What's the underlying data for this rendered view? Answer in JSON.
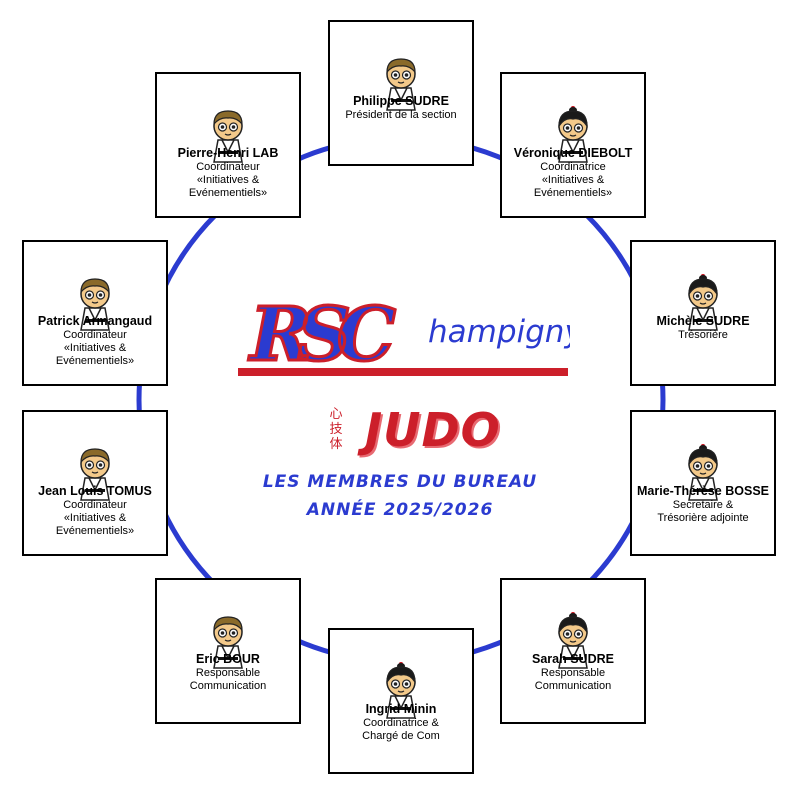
{
  "logo": {
    "initials": "RSC",
    "city": "hampigny"
  },
  "section": {
    "name": "JUDO",
    "kanji": "心技体"
  },
  "headline": "LES MEMBRES DU BUREAU",
  "season": "ANNÉE 2025/2026",
  "colors": {
    "ring": "#2b3bd0",
    "brand_red": "#cc1f2a",
    "brand_blue": "#2b3bd0"
  },
  "members": [
    {
      "name": "Philippe SUDRE",
      "role": "Président de la section",
      "avatar": "boy-judoka-icon"
    },
    {
      "name": "Véronique DIEBOLT",
      "role": "Coordinatrice\n«Initiatives &\nEvénementiels»",
      "avatar": "girl-judoka-icon"
    },
    {
      "name": "Michèle SUDRE",
      "role": "Trésorière",
      "avatar": "girl-judoka-icon"
    },
    {
      "name": "Marie-Thérèse BOSSE",
      "role": "Secretaire &\nTrésorière adjointe",
      "avatar": "girl-judoka-icon"
    },
    {
      "name": "Sarah SUDRE",
      "role": "Responsable\nCommunication",
      "avatar": "girl-judoka-icon"
    },
    {
      "name": "Ingrid Minin",
      "role": "Coordinatrice &\nChargé de Com",
      "avatar": "girl-judoka-icon"
    },
    {
      "name": "Eric BOUR",
      "role": "Responsable\nCommunication",
      "avatar": "boy-judoka-icon"
    },
    {
      "name": "Jean Louis TOMUS",
      "role": "Coordinateur\n«Initiatives &\nEvénementiels»",
      "avatar": "boy-judoka-icon"
    },
    {
      "name": "Patrick Armangaud",
      "role": "Coordinateur\n«Initiatives &\nEvénementiels»",
      "avatar": "boy-judoka-icon"
    },
    {
      "name": "Pierre-Henri LAB",
      "role": "Coordinateur\n«Initiatives &\nEvénementiels»",
      "avatar": "boy-judoka-icon"
    }
  ]
}
